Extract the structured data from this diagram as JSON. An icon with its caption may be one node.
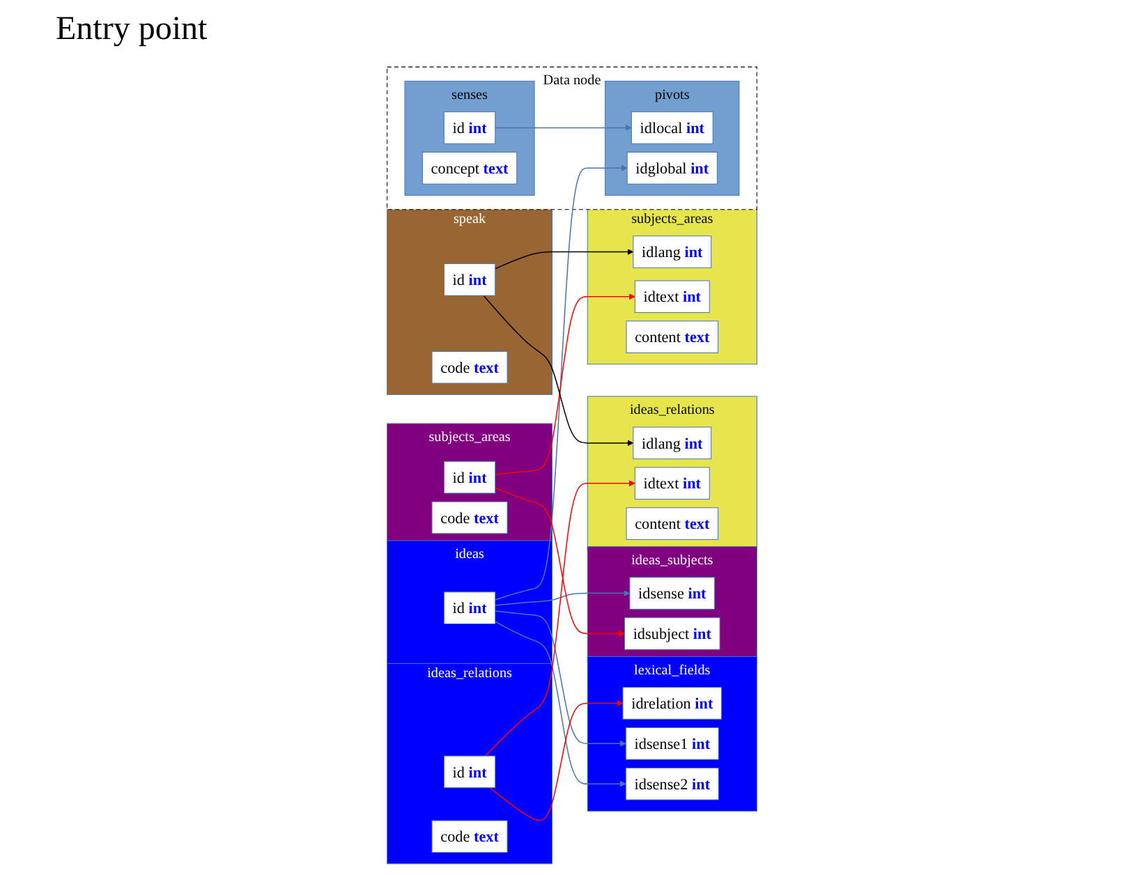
{
  "diagram": {
    "nodes": [
      {
        "text": [
          "ideas"
        ]
      },
      {
        "text": [
          "id **int**"
        ],
        "in": 0
      },
      {
        "text": [
          "lexical_fields"
        ]
      },
      {
        "text": [
          "idrelation **int**"
        ],
        "in": 2
      },
      {
        "text": [
          "idsense1 **int**"
        ],
        "in": 2
      },
      {
        "text": [
          "idsense2 **int**"
        ],
        "in": 2
      },
      {
        "text": [
          "ideas_subjects"
        ]
      },
      {
        "text": [
          "idsense **int**"
        ],
        "in": 6
      },
      {
        "text": [
          "idsubject **int**"
        ],
        "in": 6
      },
      {
        "text": [
          "Data node"
        ]
      },
      {
        "text": [
          "pivots"
        ],
        "in": 9
      },
      {
        "text": [
          "idlocal **int**"
        ],
        "in": 10
      },
      {
        "text": [
          "idglobal **int**"
        ],
        "in": 10
      },
      {
        "text": [
          "senses"
        ],
        "in": 9
      },
      {
        "text": [
          "id **int**"
        ],
        "in": 13
      },
      {
        "text": [
          "concept **text**"
        ],
        "in": 13
      },
      {
        "text": [
          "speak"
        ]
      },
      {
        "text": [
          "id **int**"
        ],
        "in": 16
      },
      {
        "text": [
          "code **text**"
        ],
        "in": 16
      },
      {
        "text": [
          "ideas_relations"
        ]
      },
      {
        "text": [
          "id **int**"
        ],
        "in": 19
      },
      {
        "text": [
          "code **text**"
        ],
        "in": 19
      },
      {
        "text": [
          "subjects_areas"
        ]
      },
      {
        "text": [
          "id **int**"
        ],
        "in": 22
      },
      {
        "text": [
          "code **text**"
        ],
        "in": 22
      },
      {
        "text": [
          "ideas_relations"
        ]
      },
      {
        "text": [
          "idlang **int**"
        ],
        "in": 25
      },
      {
        "text": [
          "idtext **int**"
        ],
        "in": 25
      },
      {
        "text": [
          "content **text**"
        ],
        "in": 25
      },
      {
        "text": [
          "subjects_areas"
        ]
      },
      {
        "text": [
          "idlang **int**"
        ],
        "in": 29
      },
      {
        "text": [
          "idtext **int**"
        ],
        "in": 29
      },
      {
        "text": [
          "content **text**"
        ],
        "in": 29
      }
    ],
    "edges": [
      {
        "from": 1,
        "to": 12,
        "arrow": "to"
      },
      {
        "from": 1,
        "to": 4,
        "arrow": "to"
      },
      {
        "from": 1,
        "to": 5,
        "arrow": "to"
      },
      {
        "from": 1,
        "to": 7,
        "arrow": "to"
      },
      {
        "from": 14,
        "to": 11,
        "arrow": "to"
      },
      {
        "from": 20,
        "to": 3,
        "arrow": "to",
        "color": "#ff0000"
      },
      {
        "from": 20,
        "to": 27,
        "arrow": "to",
        "color": "#ff0000"
      },
      {
        "from": 23,
        "to": 8,
        "arrow": "to",
        "color": "#ff0000"
      },
      {
        "from": 23,
        "to": 31,
        "arrow": "to",
        "color": "#ff0000"
      },
      {
        "from": 17,
        "to": 26,
        "arrow": "to",
        "color": "#000000"
      },
      {
        "from": 17,
        "to": 30,
        "arrow": "to",
        "color": "#000000"
      }
    ],
    "labels": [
      "Entry point"
    ]
  }
}
